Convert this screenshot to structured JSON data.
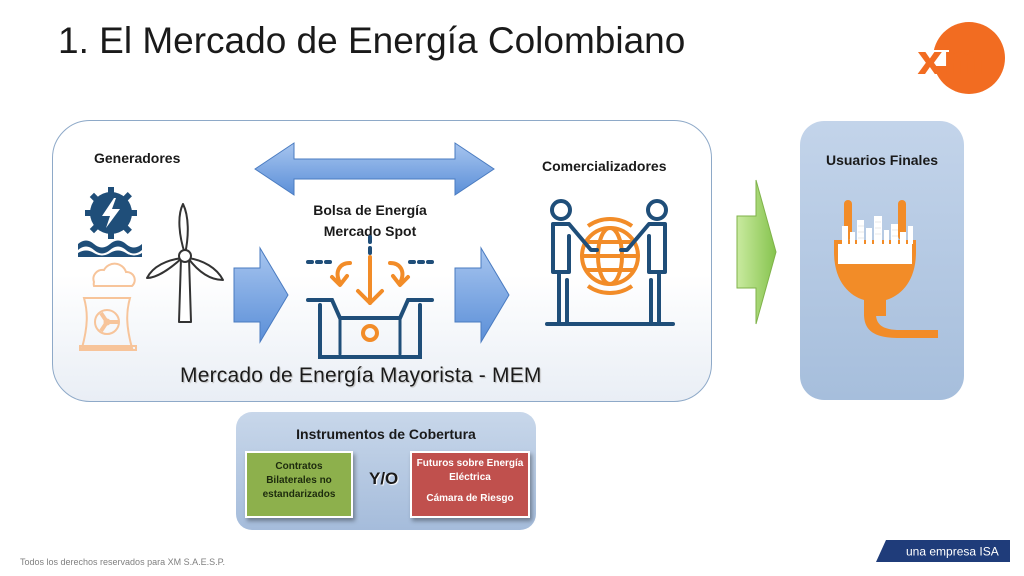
{
  "slide": {
    "title": "1. El Mercado de Energía Colombiano",
    "footer": "Todos los derechos reservados para XM S.A.E.S.P."
  },
  "logo": {
    "text": "xm",
    "color": "#f26c21",
    "icon": "xm-logo"
  },
  "brand_tag": {
    "text": "una empresa ISA",
    "color": "#1f3c7a"
  },
  "mem": {
    "generadores_label": "Generadores",
    "comercializadores_label": "Comercializadores",
    "bolsa_line1": "Bolsa de Energía",
    "bolsa_line2": "Mercado Spot",
    "title": "Mercado de Energía Mayorista - MEM"
  },
  "usuarios": {
    "label": "Usuarios Finales"
  },
  "cobertura": {
    "title": "Instrumentos de Cobertura",
    "contratos_line1": "Contratos",
    "contratos_line2": "Bilaterales no",
    "contratos_line3": "estandarizados",
    "yo": "Y/O",
    "futuros_line1": "Futuros sobre Energía",
    "futuros_line2": "Eléctrica",
    "camara": "Cámara de Riesgo"
  },
  "colors": {
    "navy": "#1f4e79",
    "orange": "#f28c28",
    "arrow_blue": "#5b8fd8",
    "arrow_green": "#9ad06a",
    "card_green": "#8db04c",
    "card_red": "#c0504d"
  },
  "icons": [
    "hydro-power-icon",
    "wind-turbine-icon",
    "nuclear-plant-icon",
    "energy-exchange-icon",
    "globe-handshake-icon",
    "power-plug-icon"
  ]
}
